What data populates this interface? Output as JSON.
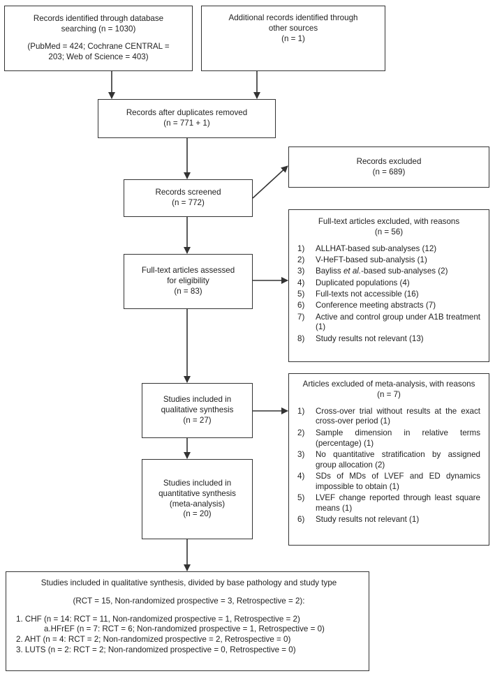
{
  "identified_db": {
    "line1": "Records identified through database",
    "line2": "searching (n = 1030)",
    "line3": "(PubMed = 424; Cochrane CENTRAL =",
    "line4": "203; Web of Science = 403)"
  },
  "identified_other": {
    "line1": "Additional records identified through",
    "line2": "other sources",
    "line3": "(n = 1)"
  },
  "after_duplicates": {
    "line1": "Records after duplicates removed",
    "line2": "(n = 771 + 1)"
  },
  "excluded": {
    "line1": "Records excluded",
    "line2": "(n = 689)"
  },
  "screened": {
    "line1": "Records screened",
    "line2": "(n = 772)"
  },
  "fulltext_excluded": {
    "title1": "Full-text articles excluded, with reasons",
    "title2": "(n = 56)",
    "reasons": [
      {
        "num": "1)",
        "text": "ALLHAT-based sub-analyses (12)"
      },
      {
        "num": "2)",
        "text": "V-HeFT-based sub-analysis (1)"
      },
      {
        "num": "3)",
        "text_pre": "Bayliss ",
        "text_em": "et al.",
        "text_post": "-based sub-analyses (2)"
      },
      {
        "num": "4)",
        "text": "Duplicated populations (4)"
      },
      {
        "num": "5)",
        "text": "Full-texts not accessible (16)"
      },
      {
        "num": "6)",
        "text": "Conference meeting abstracts (7)"
      },
      {
        "num": "7)",
        "text": "Active and control group under A1B treatment (1)"
      },
      {
        "num": "8)",
        "text": "Study results not relevant (13)"
      }
    ]
  },
  "fulltext_assessed": {
    "line1": "Full-text articles assessed",
    "line2": "for eligibility",
    "line3": "(n = 83)"
  },
  "meta_excluded": {
    "title1": "Articles excluded of meta-analysis, with reasons",
    "title2": "(n = 7)",
    "reasons": [
      {
        "num": "1)",
        "text": "Cross-over trial without results at the exact cross-over period (1)"
      },
      {
        "num": "2)",
        "text": "Sample dimension in relative terms (percentage) (1)"
      },
      {
        "num": "3)",
        "text": "No quantitative stratification by assigned group allocation (2)"
      },
      {
        "num": "4)",
        "text": "SDs of MDs of LVEF and ED dynamics impossible to obtain (1)"
      },
      {
        "num": "5)",
        "text": "LVEF change reported through least square means (1)"
      },
      {
        "num": "6)",
        "text": "Study results not relevant (1)"
      }
    ]
  },
  "qualitative": {
    "line1": "Studies included in",
    "line2": "qualitative synthesis",
    "line3": "(n = 27)"
  },
  "quantitative": {
    "line1": "Studies included in",
    "line2": "quantitative synthesis",
    "line3": "(meta-analysis)",
    "line4": "(n = 20)"
  },
  "final": {
    "title": "Studies included in qualitative synthesis, divided by base pathology and study type",
    "summary": "(RCT = 15, Non-randomized prospective = 3, Retrospective = 2):",
    "items": [
      "1. CHF (n = 14: RCT = 11, Non-randomized prospective = 1, Retrospective = 2)",
      "a.HFrEF (n = 7: RCT = 6; Non-randomized prospective = 1, Retrospective = 0)",
      "2. AHT (n = 4: RCT = 2; Non-randomized prospective = 2, Retrospective = 0)",
      "3. LUTS (n = 2: RCT = 2; Non-randomized prospective = 0, Retrospective = 0)"
    ]
  }
}
